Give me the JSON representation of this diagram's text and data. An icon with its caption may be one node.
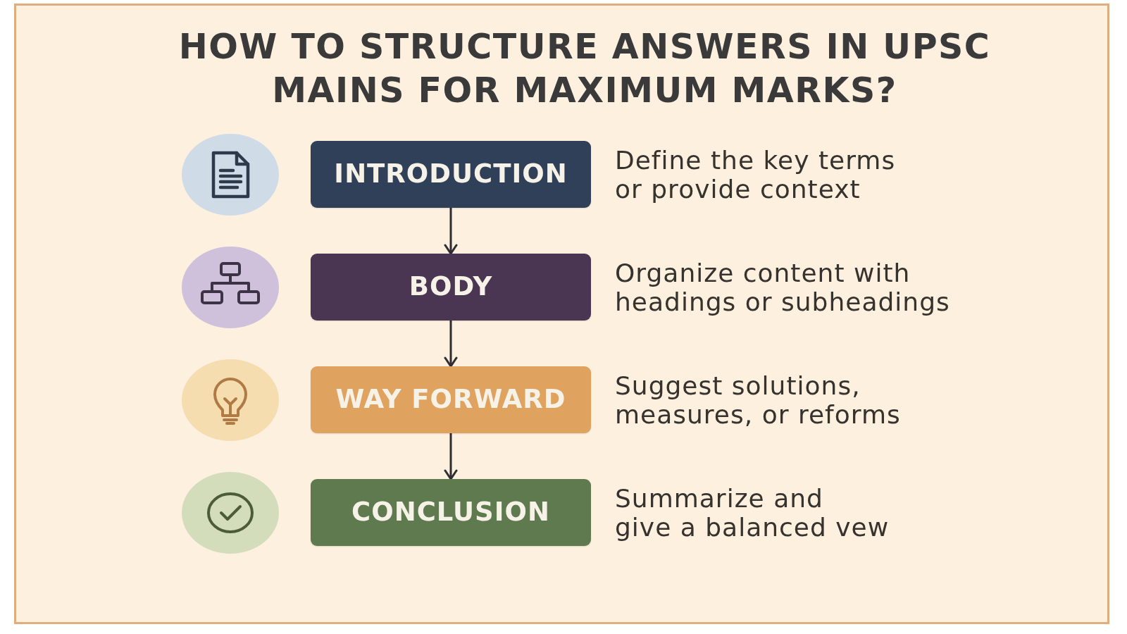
{
  "diagram": {
    "title": "HOW TO STRUCTURE ANSWERS IN UPSC MAINS FOR MAXIMUM MARKS?",
    "nodes": [
      {
        "text": [
          "INTRODUCTION"
        ],
        "beside": [
          "Define the key terms or provide context"
        ]
      },
      {
        "text": [
          "BODY"
        ],
        "beside": [
          "Organize content with headings or subheadings"
        ]
      },
      {
        "text": [
          "WAY FORWARD"
        ],
        "beside": [
          "Suggest solutions, measures, or reforms"
        ]
      },
      {
        "text": [
          "CONCLUSION"
        ],
        "beside": [
          "Summarize and give a balanced vew"
        ]
      }
    ],
    "edges": [
      {
        "from": 0,
        "to": 1,
        "arrow": "to"
      },
      {
        "from": 1,
        "to": 2,
        "arrow": "to"
      },
      {
        "from": 2,
        "to": 3,
        "arrow": "to"
      }
    ]
  }
}
